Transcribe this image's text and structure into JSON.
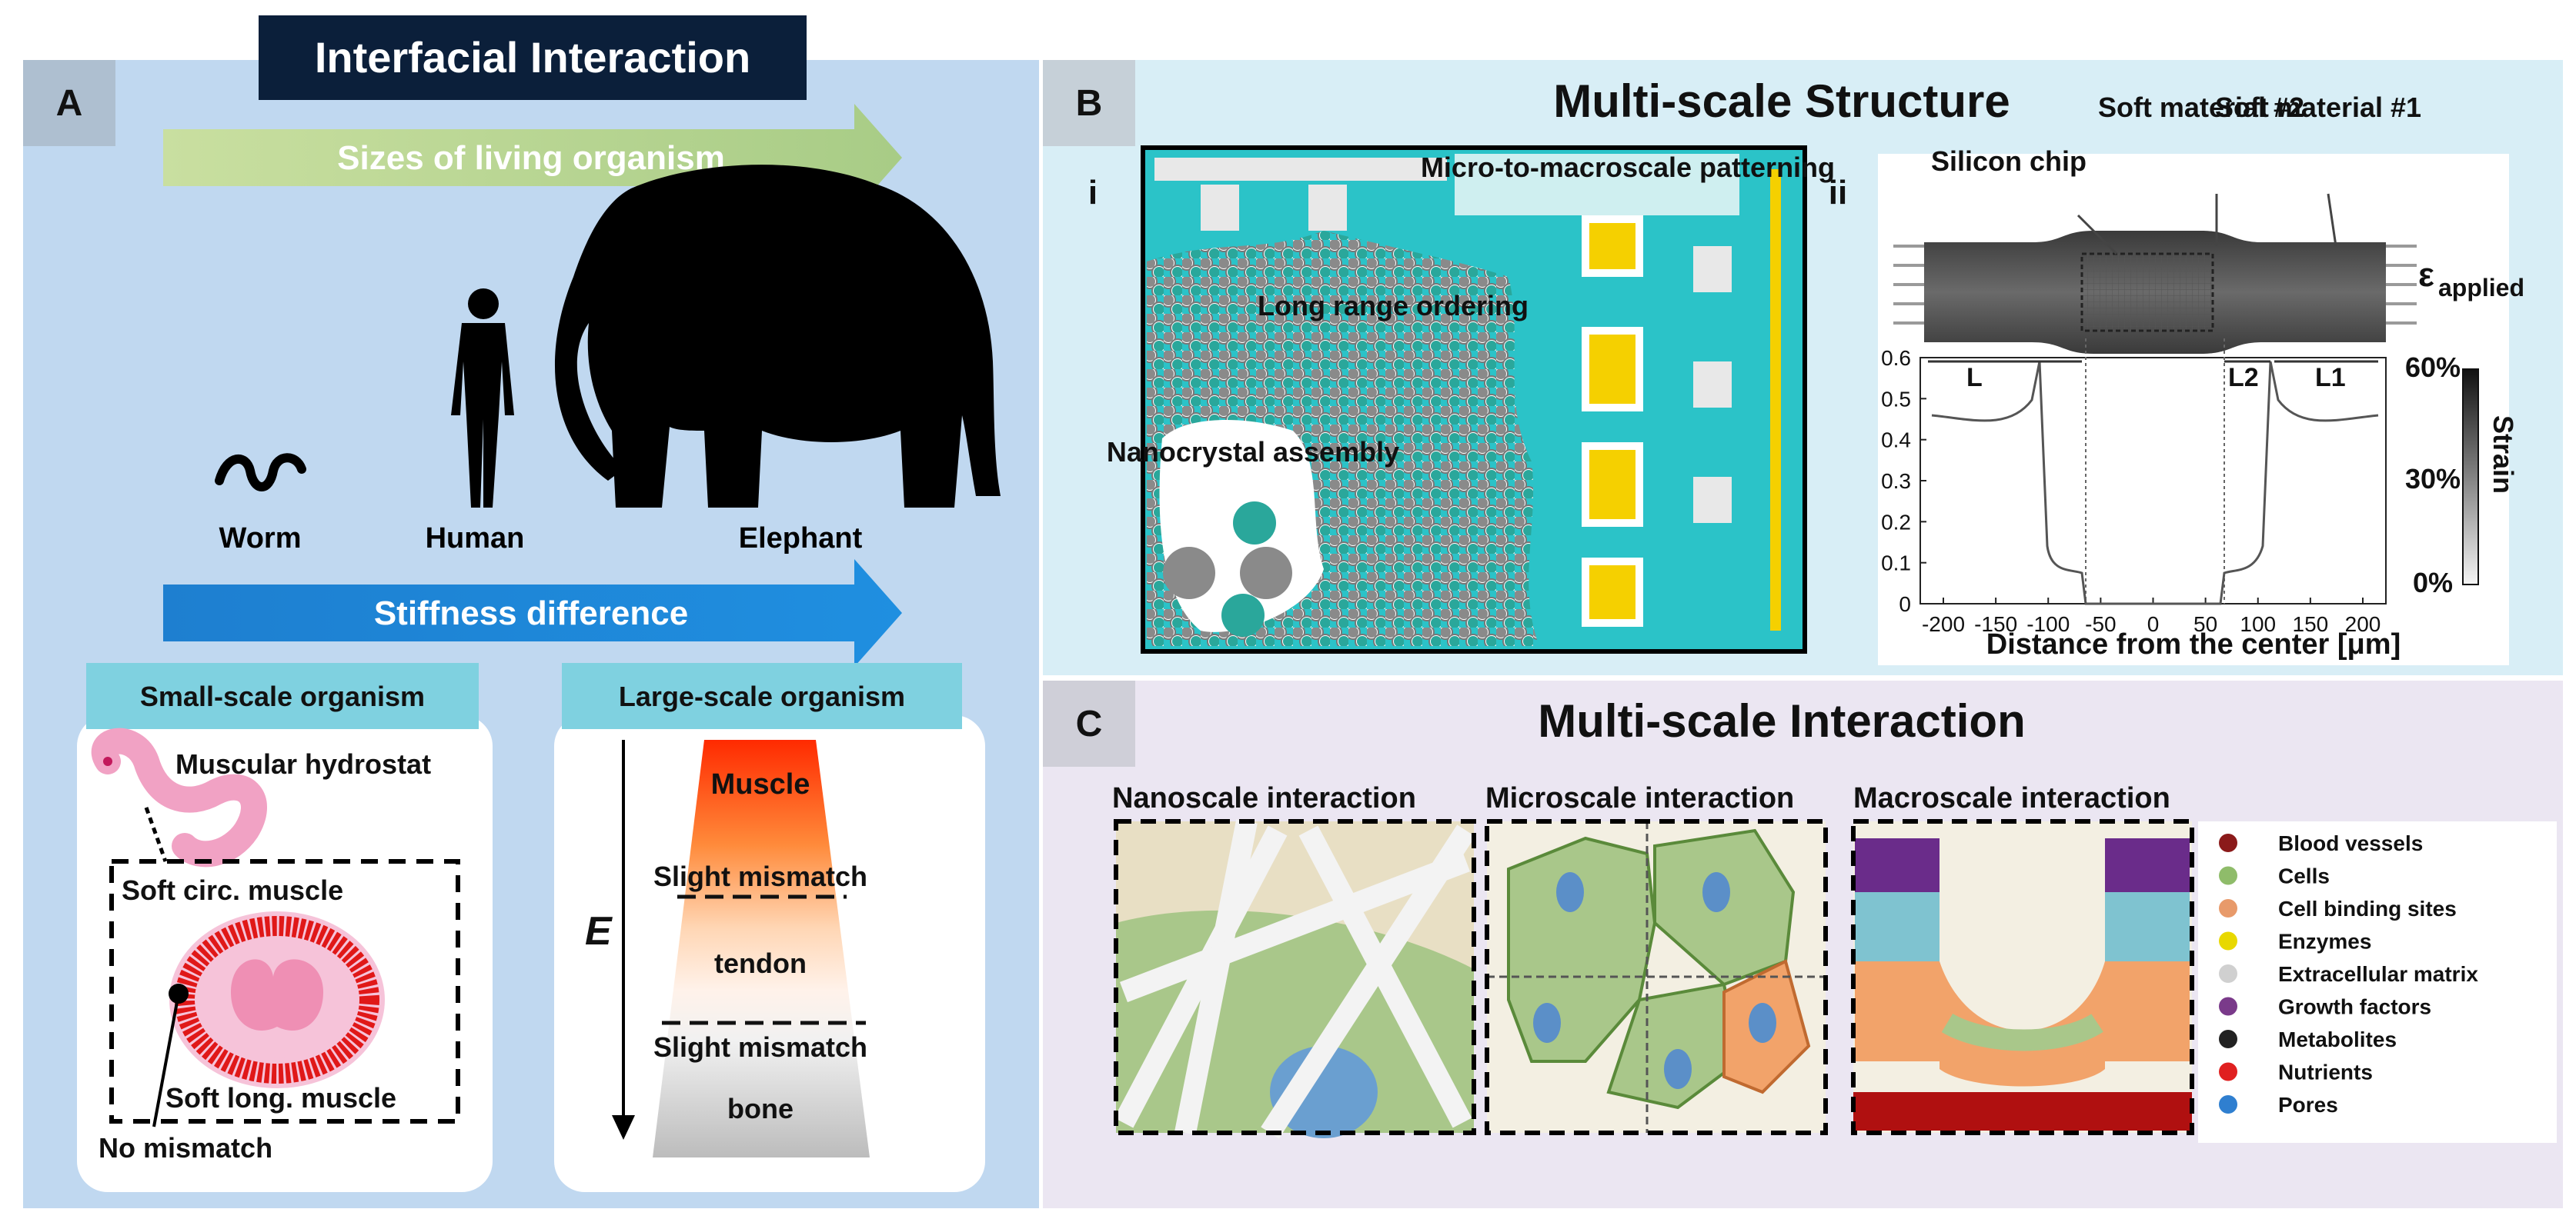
{
  "panel_a": {
    "header": "Interfacial Interaction",
    "letter": "A",
    "arrow_sizes": "Sizes of living organism",
    "organisms": [
      "Worm",
      "Human",
      "Elephant"
    ],
    "arrow_stiffness": "Stiffness difference",
    "small_scale": {
      "title": "Small-scale organism",
      "labels": [
        "Muscular hydrostat",
        "Soft circ. muscle",
        "Soft long. muscle",
        "No mismatch"
      ]
    },
    "large_scale": {
      "title": "Large-scale organism",
      "axis_label": "E",
      "layers": [
        "Muscle",
        "Slight mismatch",
        "tendon",
        "Slight mismatch",
        "bone"
      ]
    }
  },
  "panel_b": {
    "letter": "B",
    "title": "Multi-scale Structure",
    "sub_i": {
      "roman": "i",
      "labels": [
        "Micro-to-macroscale patterning",
        "Long range ordering",
        "Nanocrystal assembly"
      ]
    },
    "sub_ii": {
      "roman": "ii",
      "chip_label": "Silicon chip",
      "soft2": "Soft material #2",
      "soft1": "Soft material #1",
      "epsilon": "ε",
      "epsilon_sub": "applied",
      "segment_labels": [
        "L",
        "L2",
        "L1"
      ],
      "xlabel": "Distance from the center [μm]",
      "x_ticks": [
        "-200",
        "-150",
        "-100",
        "-50",
        "0",
        "50",
        "100",
        "150",
        "200"
      ],
      "y_ticks": [
        "0",
        "0.1",
        "0.2",
        "0.3",
        "0.4",
        "0.5",
        "0.6"
      ],
      "colorbar_title": "Strain",
      "colorbar_ticks": [
        "60%",
        "30%",
        "0%"
      ]
    }
  },
  "panel_c": {
    "letter": "C",
    "title": "Multi-scale Interaction",
    "subtitles": [
      "Nanoscale interaction",
      "Microscale interaction",
      "Macroscale interaction"
    ],
    "legend": [
      {
        "label": "Blood vessels",
        "color": "#8b1a1a"
      },
      {
        "label": "Cells",
        "color": "#8fbc6a"
      },
      {
        "label": "Cell binding sites",
        "color": "#e89a6a"
      },
      {
        "label": "Enzymes",
        "color": "#e8d800"
      },
      {
        "label": "Extracellular matrix",
        "color": "#d0d0d0"
      },
      {
        "label": "Growth factors",
        "color": "#7a3a8a"
      },
      {
        "label": "Metabolites",
        "color": "#222222"
      },
      {
        "label": "Nutrients",
        "color": "#e02020"
      },
      {
        "label": "Pores",
        "color": "#2f7fd0"
      }
    ]
  }
}
